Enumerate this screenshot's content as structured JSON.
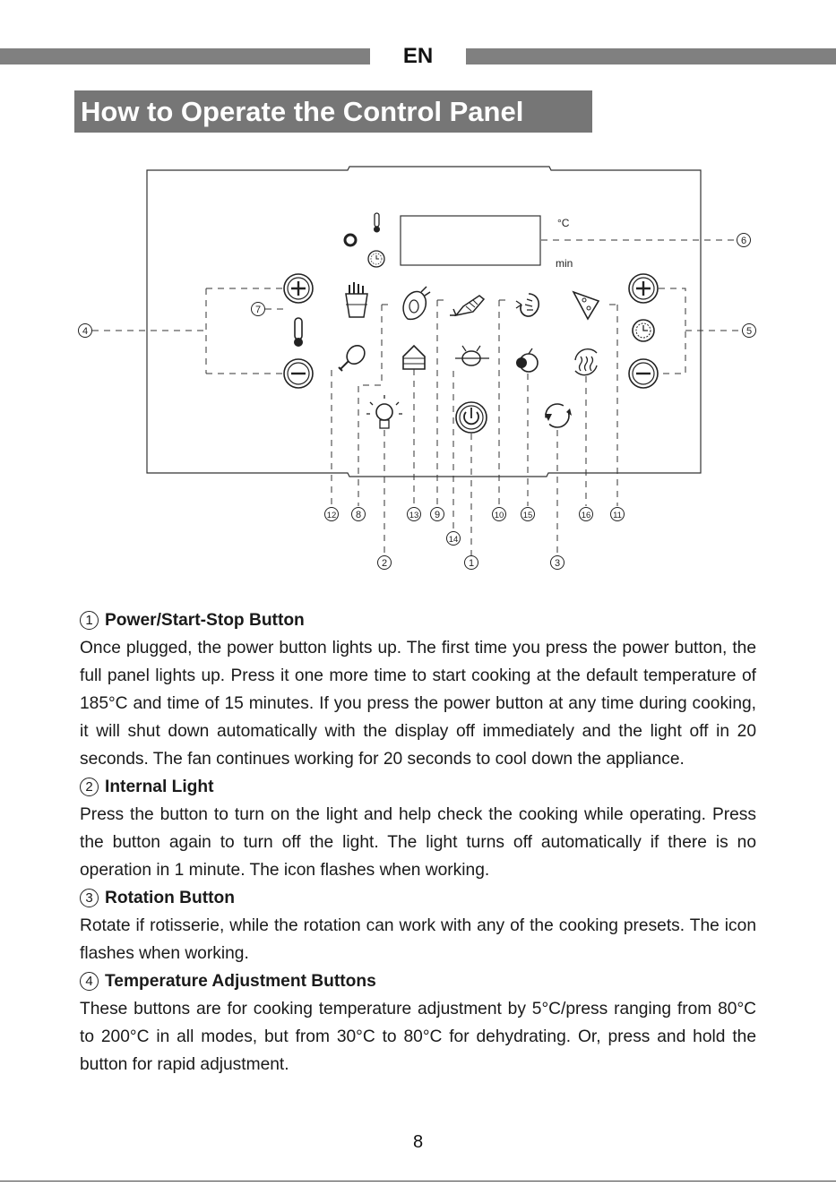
{
  "header": {
    "language": "EN"
  },
  "section_title": "How to Operate the Control Panel",
  "diagram": {
    "celsius_unit": "°C",
    "minutes_unit": "min",
    "callouts": [
      "1",
      "2",
      "3",
      "4",
      "5",
      "6",
      "7",
      "8",
      "9",
      "10",
      "11",
      "12",
      "13",
      "14",
      "15",
      "16"
    ]
  },
  "items": [
    {
      "number": "1",
      "title": "Power/Start-Stop Button",
      "body": "Once plugged, the power button lights up. The first time you press the power button, the full panel lights up. Press it one more time to start cooking at the default temperature of 185°C and time of 15 minutes. If you press the power button at any time during cooking, it will shut down automatically with the display off immediately and the light off in 20 seconds. The fan continues working for 20 seconds to cool down the appliance."
    },
    {
      "number": "2",
      "title": "Internal Light",
      "body": "Press the button to turn on the light and help check the cooking while operating. Press the button again to turn off the light. The light turns off automatically if there is no operation in 1 minute. The icon flashes when working."
    },
    {
      "number": "3",
      "title": "Rotation Button",
      "body": "Rotate if rotisserie, while the rotation can work with any of the cooking presets. The icon flashes when working."
    },
    {
      "number": "4",
      "title": "Temperature Adjustment Buttons",
      "body": "These buttons are for cooking temperature adjustment by 5°C/press ranging from 80°C to 200°C in all modes, but from 30°C to 80°C for dehydrating. Or, press and hold the button for rapid adjustment."
    }
  ],
  "footer": {
    "page_number": "8"
  }
}
